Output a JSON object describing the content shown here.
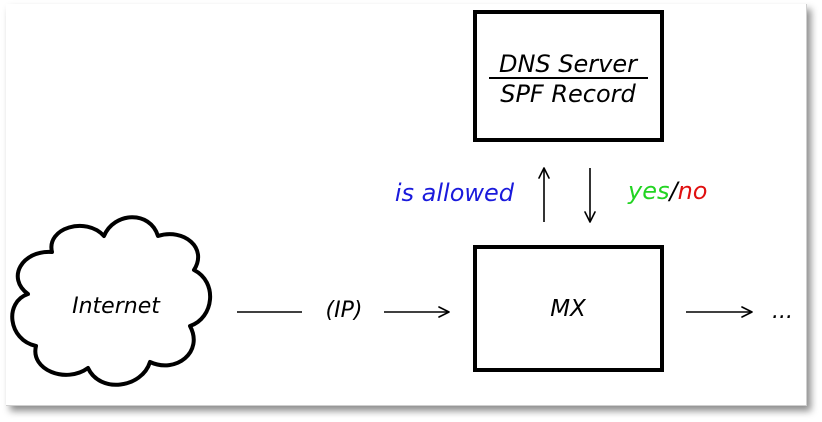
{
  "diagram": {
    "dns_box": {
      "line1": "DNS Server",
      "line2": "SPF Record"
    },
    "mx_box": {
      "label": "MX"
    },
    "cloud": {
      "label": "Internet"
    },
    "edge_ip": {
      "label": "(IP)"
    },
    "query": {
      "label": "is allowed"
    },
    "answer": {
      "yes": "yes",
      "slash": "/",
      "no": "no"
    },
    "continuation": {
      "label": "..."
    },
    "colors": {
      "ink": "#000000",
      "query": "#1a1adc",
      "yes": "#22d422",
      "no": "#e01010"
    }
  }
}
